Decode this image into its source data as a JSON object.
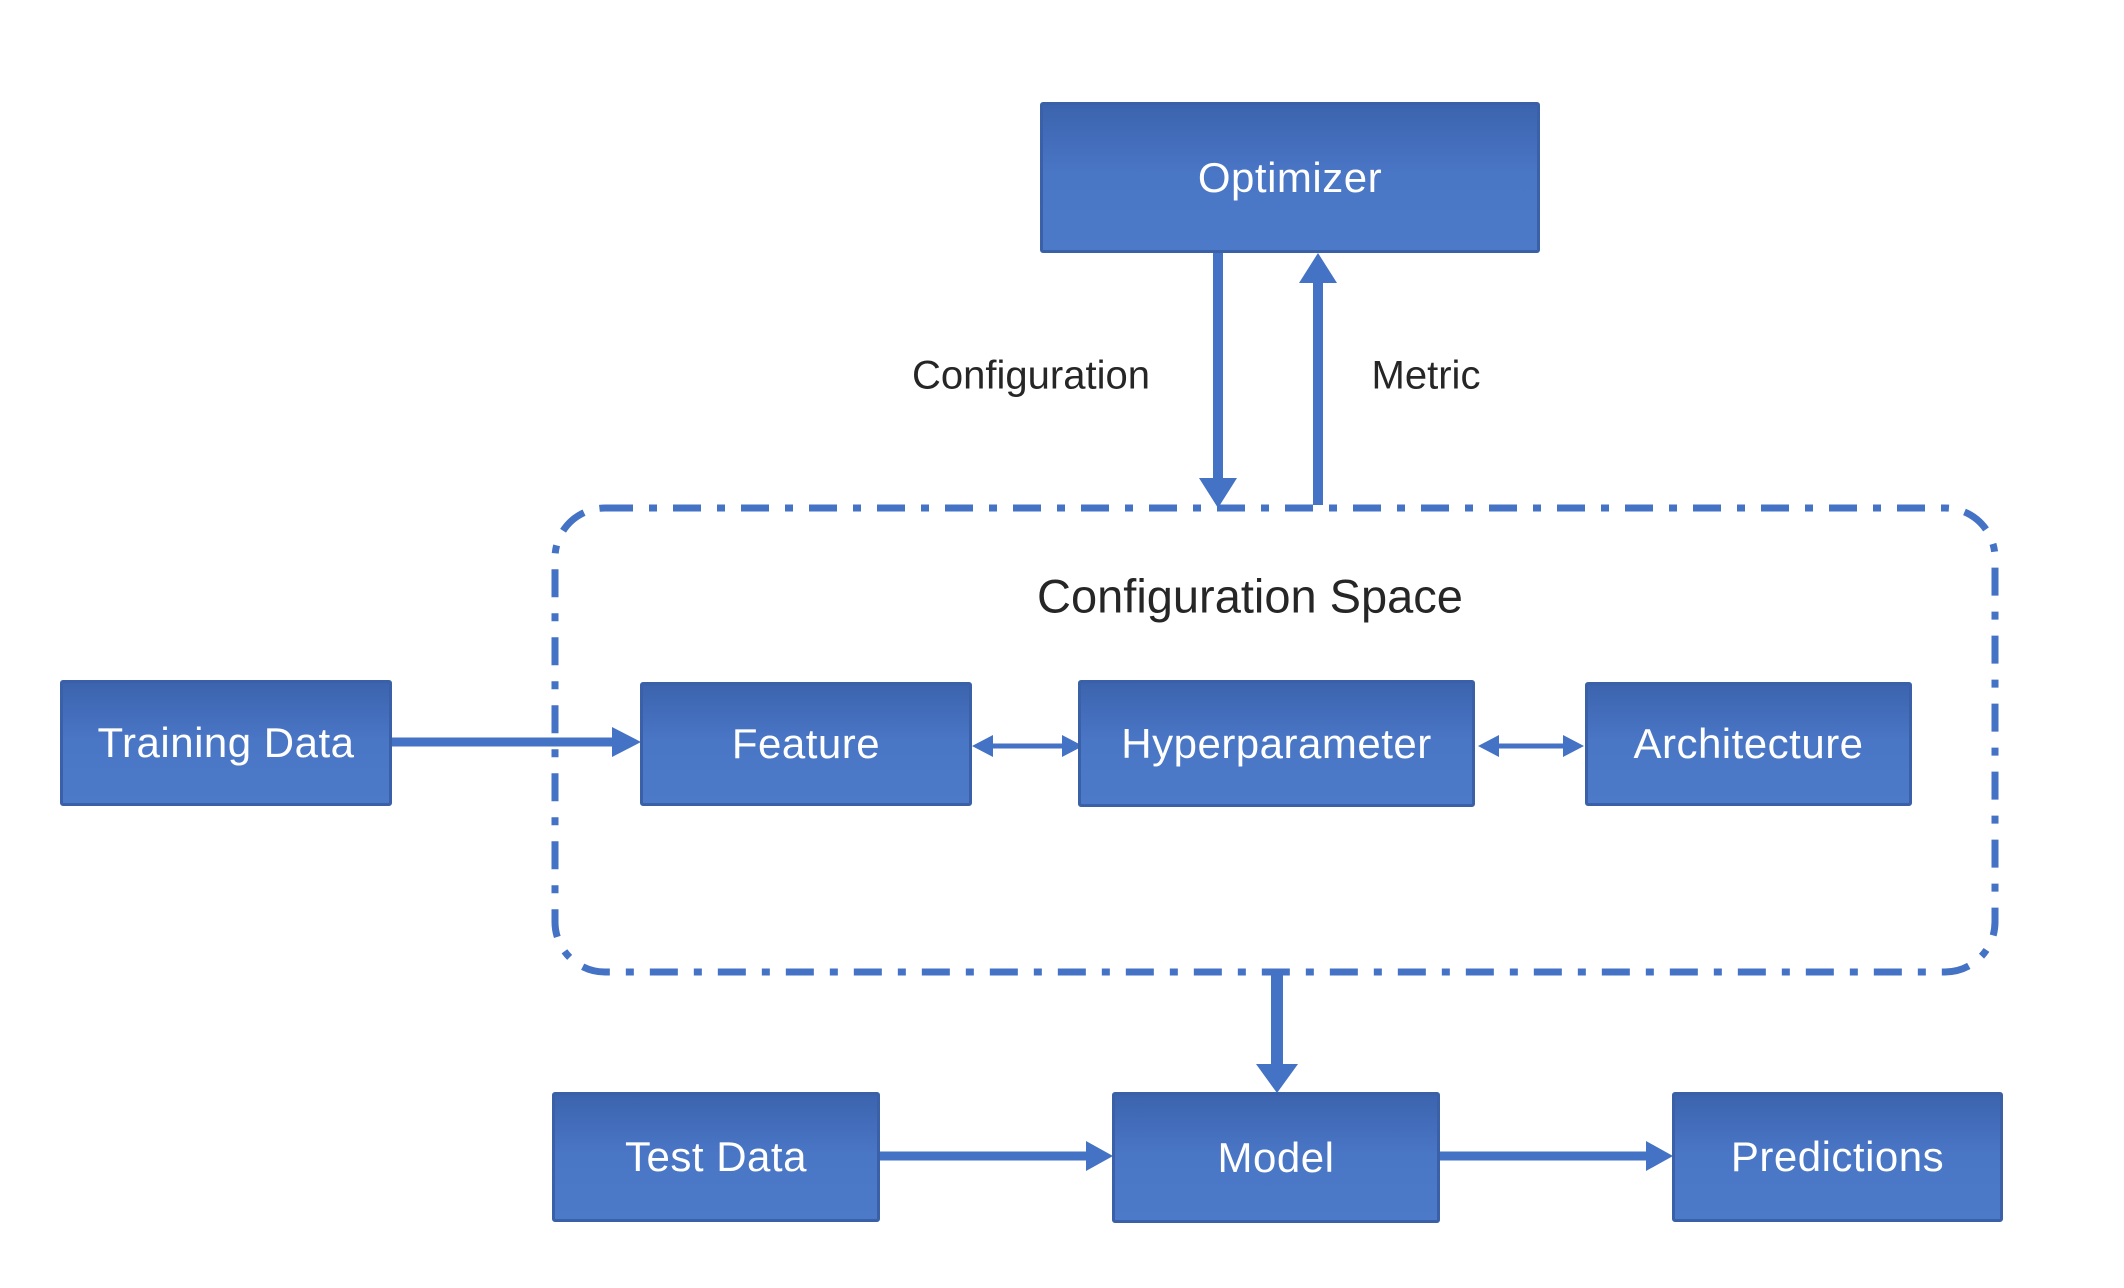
{
  "diagram": {
    "title": "Configuration Space",
    "nodes": {
      "optimizer": {
        "label": "Optimizer"
      },
      "training_data": {
        "label": "Training Data"
      },
      "feature": {
        "label": "Feature"
      },
      "hyperparameter": {
        "label": "Hyperparameter"
      },
      "architecture": {
        "label": "Architecture"
      },
      "test_data": {
        "label": "Test Data"
      },
      "model": {
        "label": "Model"
      },
      "predictions": {
        "label": "Predictions"
      }
    },
    "edge_labels": {
      "configuration": "Configuration",
      "metric": "Metric"
    },
    "colors": {
      "box_fill_top": "#3c64ae",
      "box_fill_mid": "#4a76c6",
      "box_fill_bottom": "#4d79c9",
      "box_border": "#3a60a8",
      "box_text": "#ffffff",
      "arrow": "#4472c4",
      "dashed_border": "#4472c4",
      "label_text": "#262626",
      "background": "#ffffff"
    }
  }
}
